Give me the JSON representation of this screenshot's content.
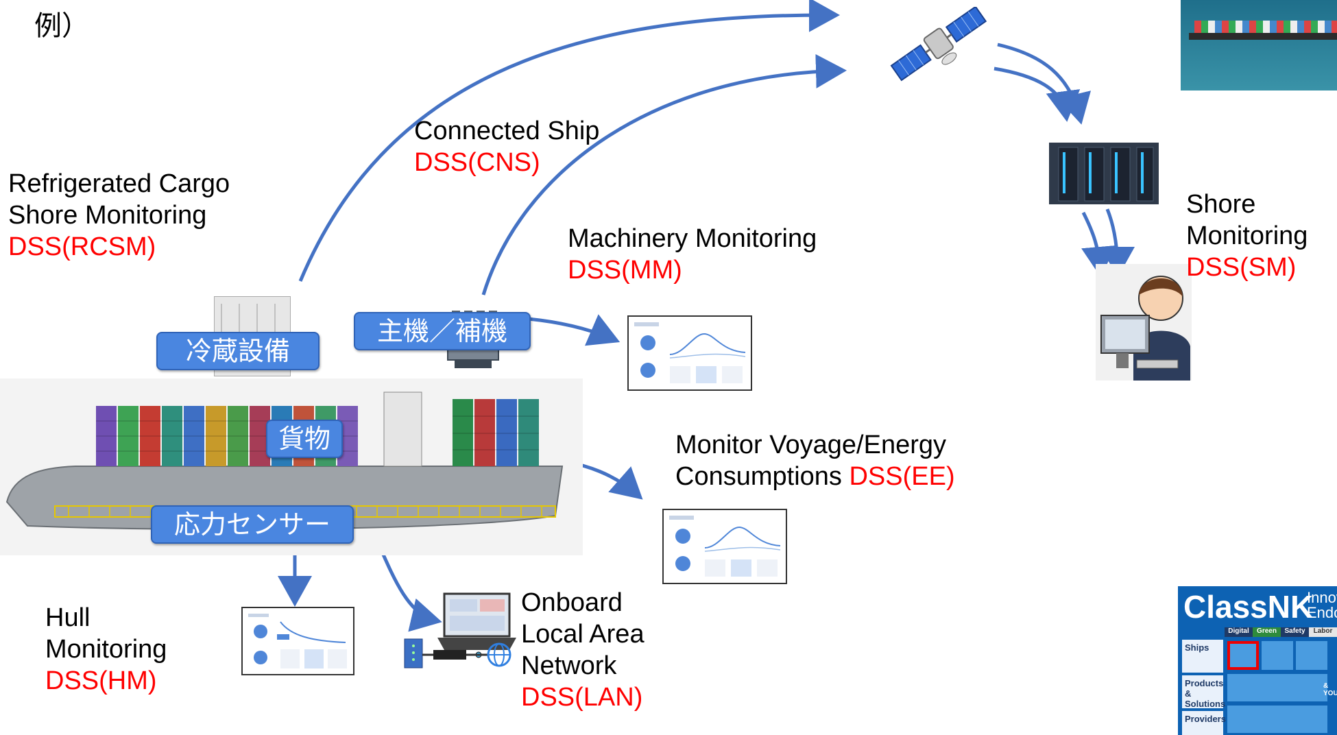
{
  "corner_label": "例）",
  "labels": {
    "connected_ship": {
      "title": "Connected Ship",
      "code": "DSS(CNS)"
    },
    "refrigerated": {
      "line1": "Refrigerated Cargo",
      "line2": "Shore Monitoring",
      "code": "DSS(RCSM)"
    },
    "machinery": {
      "title": "Machinery Monitoring",
      "code": "DSS(MM)"
    },
    "shore": {
      "line1": "Shore",
      "line2": "Monitoring",
      "code": "DSS(SM)"
    },
    "voyage": {
      "line1": "Monitor Voyage/Energy",
      "line2": "Consumptions",
      "code": "DSS(EE)"
    },
    "hull": {
      "line1": "Hull",
      "line2": "Monitoring",
      "code": "DSS(HM)"
    },
    "lan": {
      "line1": "Onboard",
      "line2": "Local Area",
      "line3": "Network",
      "code": "DSS(LAN)"
    }
  },
  "tags": {
    "reefer": "冷蔵設備",
    "engine": "主機／補機",
    "cargo": "貨物",
    "stress": "応力センサー"
  },
  "classnk": {
    "brand": "ClassNK",
    "title1": "Innovation",
    "title2": "Endorsement",
    "columns": [
      "Digital",
      "Green",
      "Safety",
      "Labor"
    ],
    "rows": [
      "Ships",
      "Products & Solutions",
      "Providers"
    ],
    "side": "& YOURS"
  },
  "colors": {
    "accent_red": "#ff0000",
    "tag_blue": "#4a86e0",
    "arrow_blue": "#4472c4"
  }
}
